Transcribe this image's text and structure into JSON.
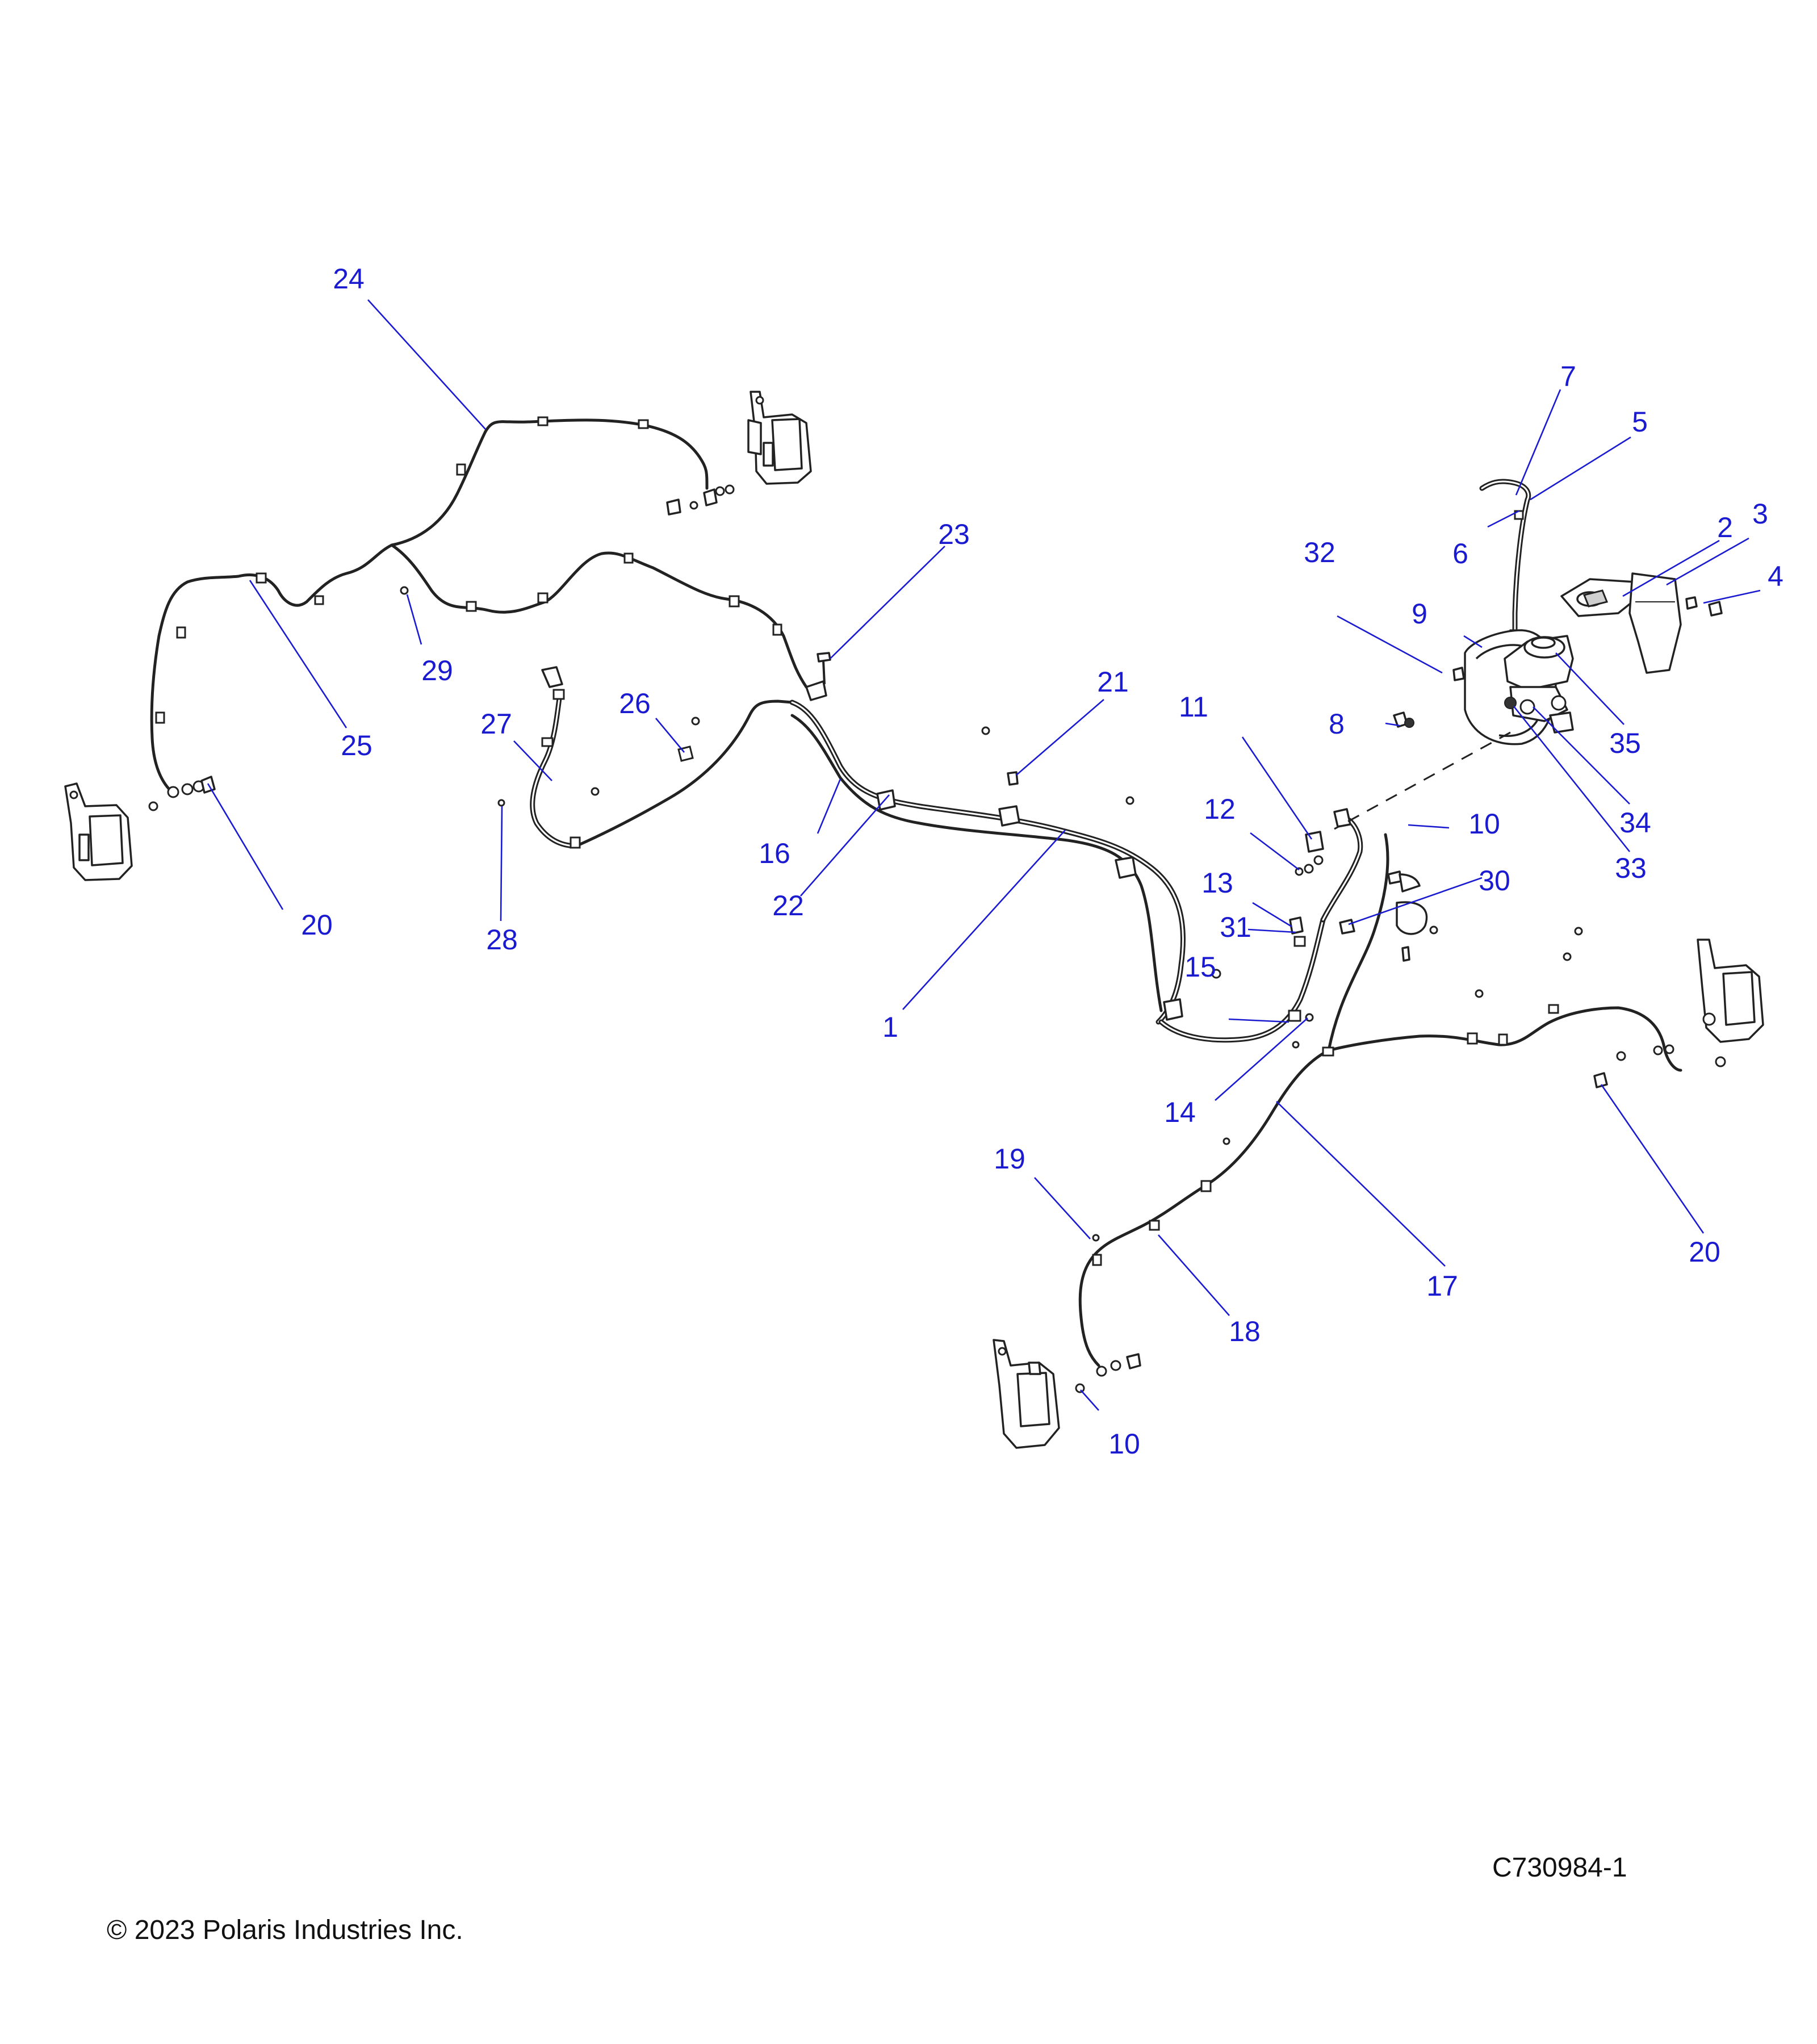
{
  "diagram_id": "C730984-1",
  "copyright": "© 2023 Polaris Industries Inc.",
  "callouts": [
    {
      "label": "1"
    },
    {
      "label": "2"
    },
    {
      "label": "3"
    },
    {
      "label": "4"
    },
    {
      "label": "5"
    },
    {
      "label": "6"
    },
    {
      "label": "7"
    },
    {
      "label": "8"
    },
    {
      "label": "9"
    },
    {
      "label": "10"
    },
    {
      "label": "10"
    },
    {
      "label": "10"
    },
    {
      "label": "11"
    },
    {
      "label": "12"
    },
    {
      "label": "13"
    },
    {
      "label": "14"
    },
    {
      "label": "15"
    },
    {
      "label": "16"
    },
    {
      "label": "17"
    },
    {
      "label": "18"
    },
    {
      "label": "19"
    },
    {
      "label": "20"
    },
    {
      "label": "20"
    },
    {
      "label": "21"
    },
    {
      "label": "22"
    },
    {
      "label": "23"
    },
    {
      "label": "24"
    },
    {
      "label": "25"
    },
    {
      "label": "26"
    },
    {
      "label": "27"
    },
    {
      "label": "28"
    },
    {
      "label": "29"
    },
    {
      "label": "30"
    },
    {
      "label": "31"
    },
    {
      "label": "32"
    },
    {
      "label": "33"
    },
    {
      "label": "34"
    },
    {
      "label": "35"
    }
  ]
}
